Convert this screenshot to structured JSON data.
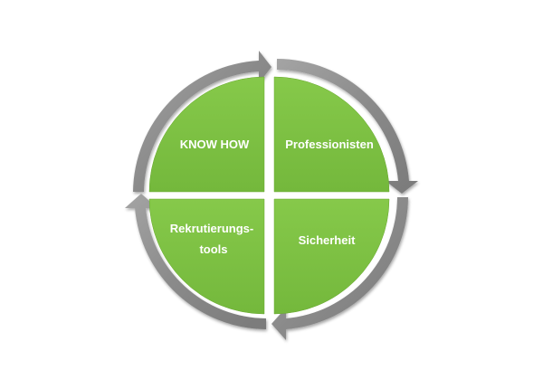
{
  "diagram": {
    "colors": {
      "segment_green": "#7dc242",
      "arrow_gray": "#8e8e8e",
      "label_text": "#ffffff",
      "background": "#ffffff"
    },
    "quadrants": [
      {
        "id": "top-left",
        "label": "KNOW HOW"
      },
      {
        "id": "top-right",
        "label": "Professionisten"
      },
      {
        "id": "bottom-right",
        "label": "Sicherheit"
      },
      {
        "id": "bottom-left",
        "label_lines": [
          "Rekrutierungs-",
          "tools"
        ]
      }
    ],
    "arrows": [
      {
        "from": "bottom-left",
        "direction": "clockwise",
        "icon": "cycle-arrow-icon"
      },
      {
        "from": "top-right",
        "direction": "clockwise",
        "icon": "cycle-arrow-icon"
      },
      {
        "from": "bottom-right",
        "direction": "clockwise",
        "icon": "cycle-arrow-icon"
      }
    ]
  }
}
